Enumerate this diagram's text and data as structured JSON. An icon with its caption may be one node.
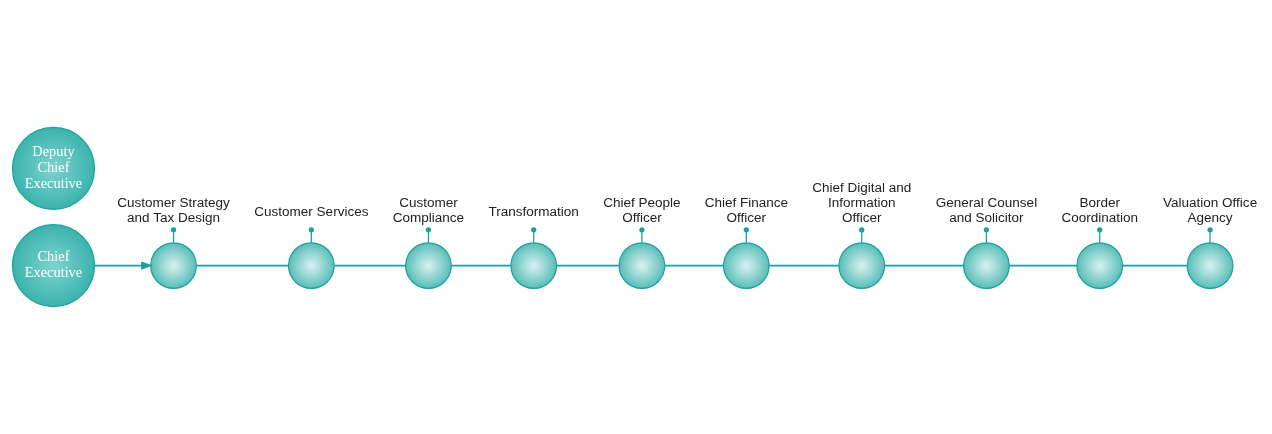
{
  "diagram": {
    "nodes": [
      {
        "text": [
          "Chief Executive"
        ]
      },
      {
        "text": [
          "Deputy Chief Executive"
        ]
      },
      {
        "text": [],
        "shape": "circle"
      },
      {
        "text": [],
        "shape": "circle"
      },
      {
        "text": [],
        "shape": "circle"
      },
      {
        "text": [],
        "shape": "circle"
      },
      {
        "text": [],
        "shape": "circle"
      },
      {
        "text": [],
        "shape": "circle"
      },
      {
        "text": [],
        "shape": "circle"
      },
      {
        "text": [],
        "shape": "circle"
      },
      {
        "text": [],
        "shape": "circle"
      },
      {
        "text": [],
        "shape": "circle"
      },
      {
        "text": [
          "Customer Strategy and Tax Design"
        ]
      },
      {
        "text": [
          "Customer Services"
        ]
      },
      {
        "text": [
          "Customer Compliance"
        ]
      },
      {
        "text": [
          "Transformation"
        ]
      },
      {
        "text": [
          "Chief People Officer"
        ]
      },
      {
        "text": [
          "Chief Finance Officer"
        ]
      },
      {
        "text": [
          "Chief Digital and Information Officer"
        ]
      },
      {
        "text": [
          "General Counsel and Solicitor"
        ]
      },
      {
        "text": [
          "Border Coordination"
        ]
      },
      {
        "text": [
          "Valuation Office Agency"
        ]
      }
    ],
    "edges": [
      {
        "from": 0,
        "to": 2,
        "arrow": "to"
      },
      {
        "from": 2,
        "to": 3,
        "arrow": "none"
      },
      {
        "from": 3,
        "to": 4,
        "arrow": "none"
      },
      {
        "from": 4,
        "to": 5,
        "arrow": "none"
      },
      {
        "from": 5,
        "to": 6,
        "arrow": "none"
      },
      {
        "from": 6,
        "to": 7,
        "arrow": "none"
      },
      {
        "from": 7,
        "to": 8,
        "arrow": "none"
      },
      {
        "from": 8,
        "to": 9,
        "arrow": "none"
      },
      {
        "from": 9,
        "to": 10,
        "arrow": "none"
      },
      {
        "from": 10,
        "to": 11,
        "arrow": "none"
      },
      {
        "from": 12,
        "to": 2,
        "arrow": "other"
      },
      {
        "from": 13,
        "to": 3,
        "arrow": "other"
      },
      {
        "from": 14,
        "to": 4,
        "arrow": "other"
      },
      {
        "from": 15,
        "to": 5,
        "arrow": "other"
      },
      {
        "from": 16,
        "to": 6,
        "arrow": "other"
      },
      {
        "from": 17,
        "to": 7,
        "arrow": "other"
      },
      {
        "from": 18,
        "to": 8,
        "arrow": "other"
      },
      {
        "from": 19,
        "to": 9,
        "arrow": "other"
      },
      {
        "from": 20,
        "to": 10,
        "arrow": "other"
      },
      {
        "from": 21,
        "to": 11,
        "arrow": "other"
      }
    ]
  }
}
